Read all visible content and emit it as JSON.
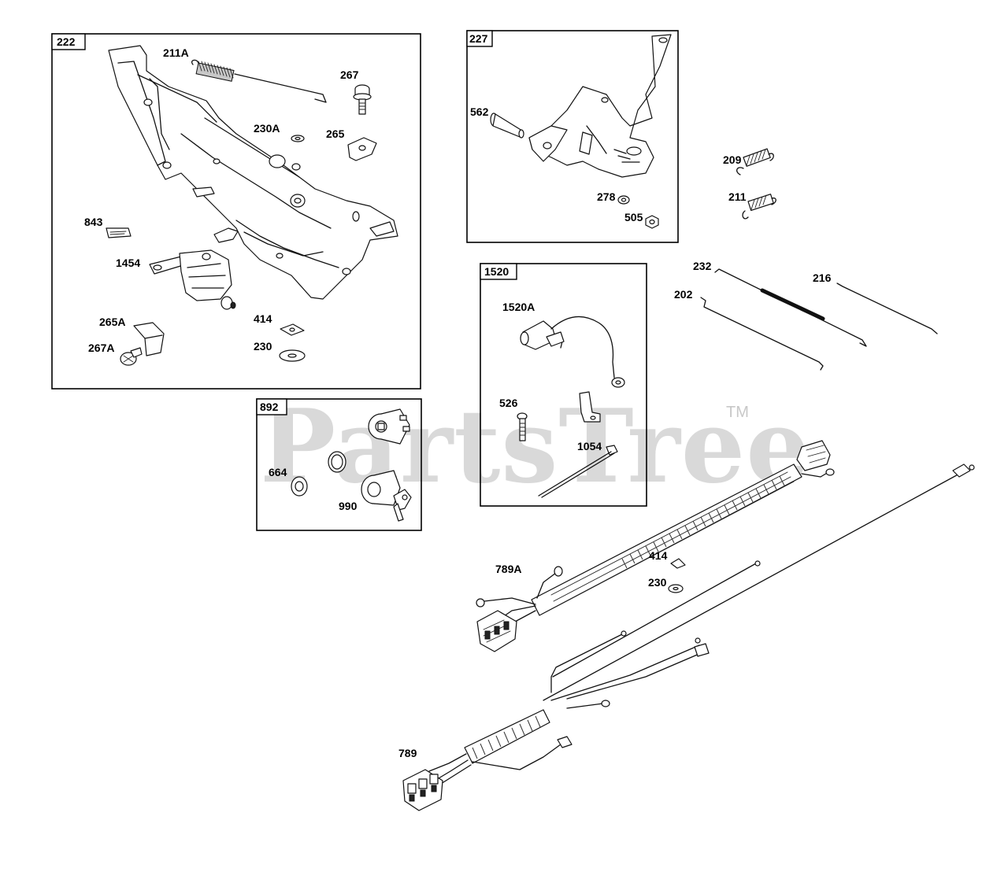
{
  "watermark": {
    "text": "PartsTree",
    "trademark": "TM"
  },
  "kits": {
    "k222": "222",
    "k227": "227",
    "k892": "892",
    "k1520": "1520"
  },
  "labels": {
    "p211A": "211A",
    "p267": "267",
    "p230A": "230A",
    "p265": "265",
    "p843": "843",
    "p1454": "1454",
    "p414a": "414",
    "p230a": "230",
    "p265A": "265A",
    "p267A": "267A",
    "p562": "562",
    "p278": "278",
    "p505": "505",
    "p209": "209",
    "p211": "211",
    "p232": "232",
    "p216": "216",
    "p202": "202",
    "p1520A": "1520A",
    "p526": "526",
    "p1054": "1054",
    "p664": "664",
    "p990": "990",
    "p789A": "789A",
    "p414b": "414",
    "p230b": "230",
    "p789": "789"
  }
}
